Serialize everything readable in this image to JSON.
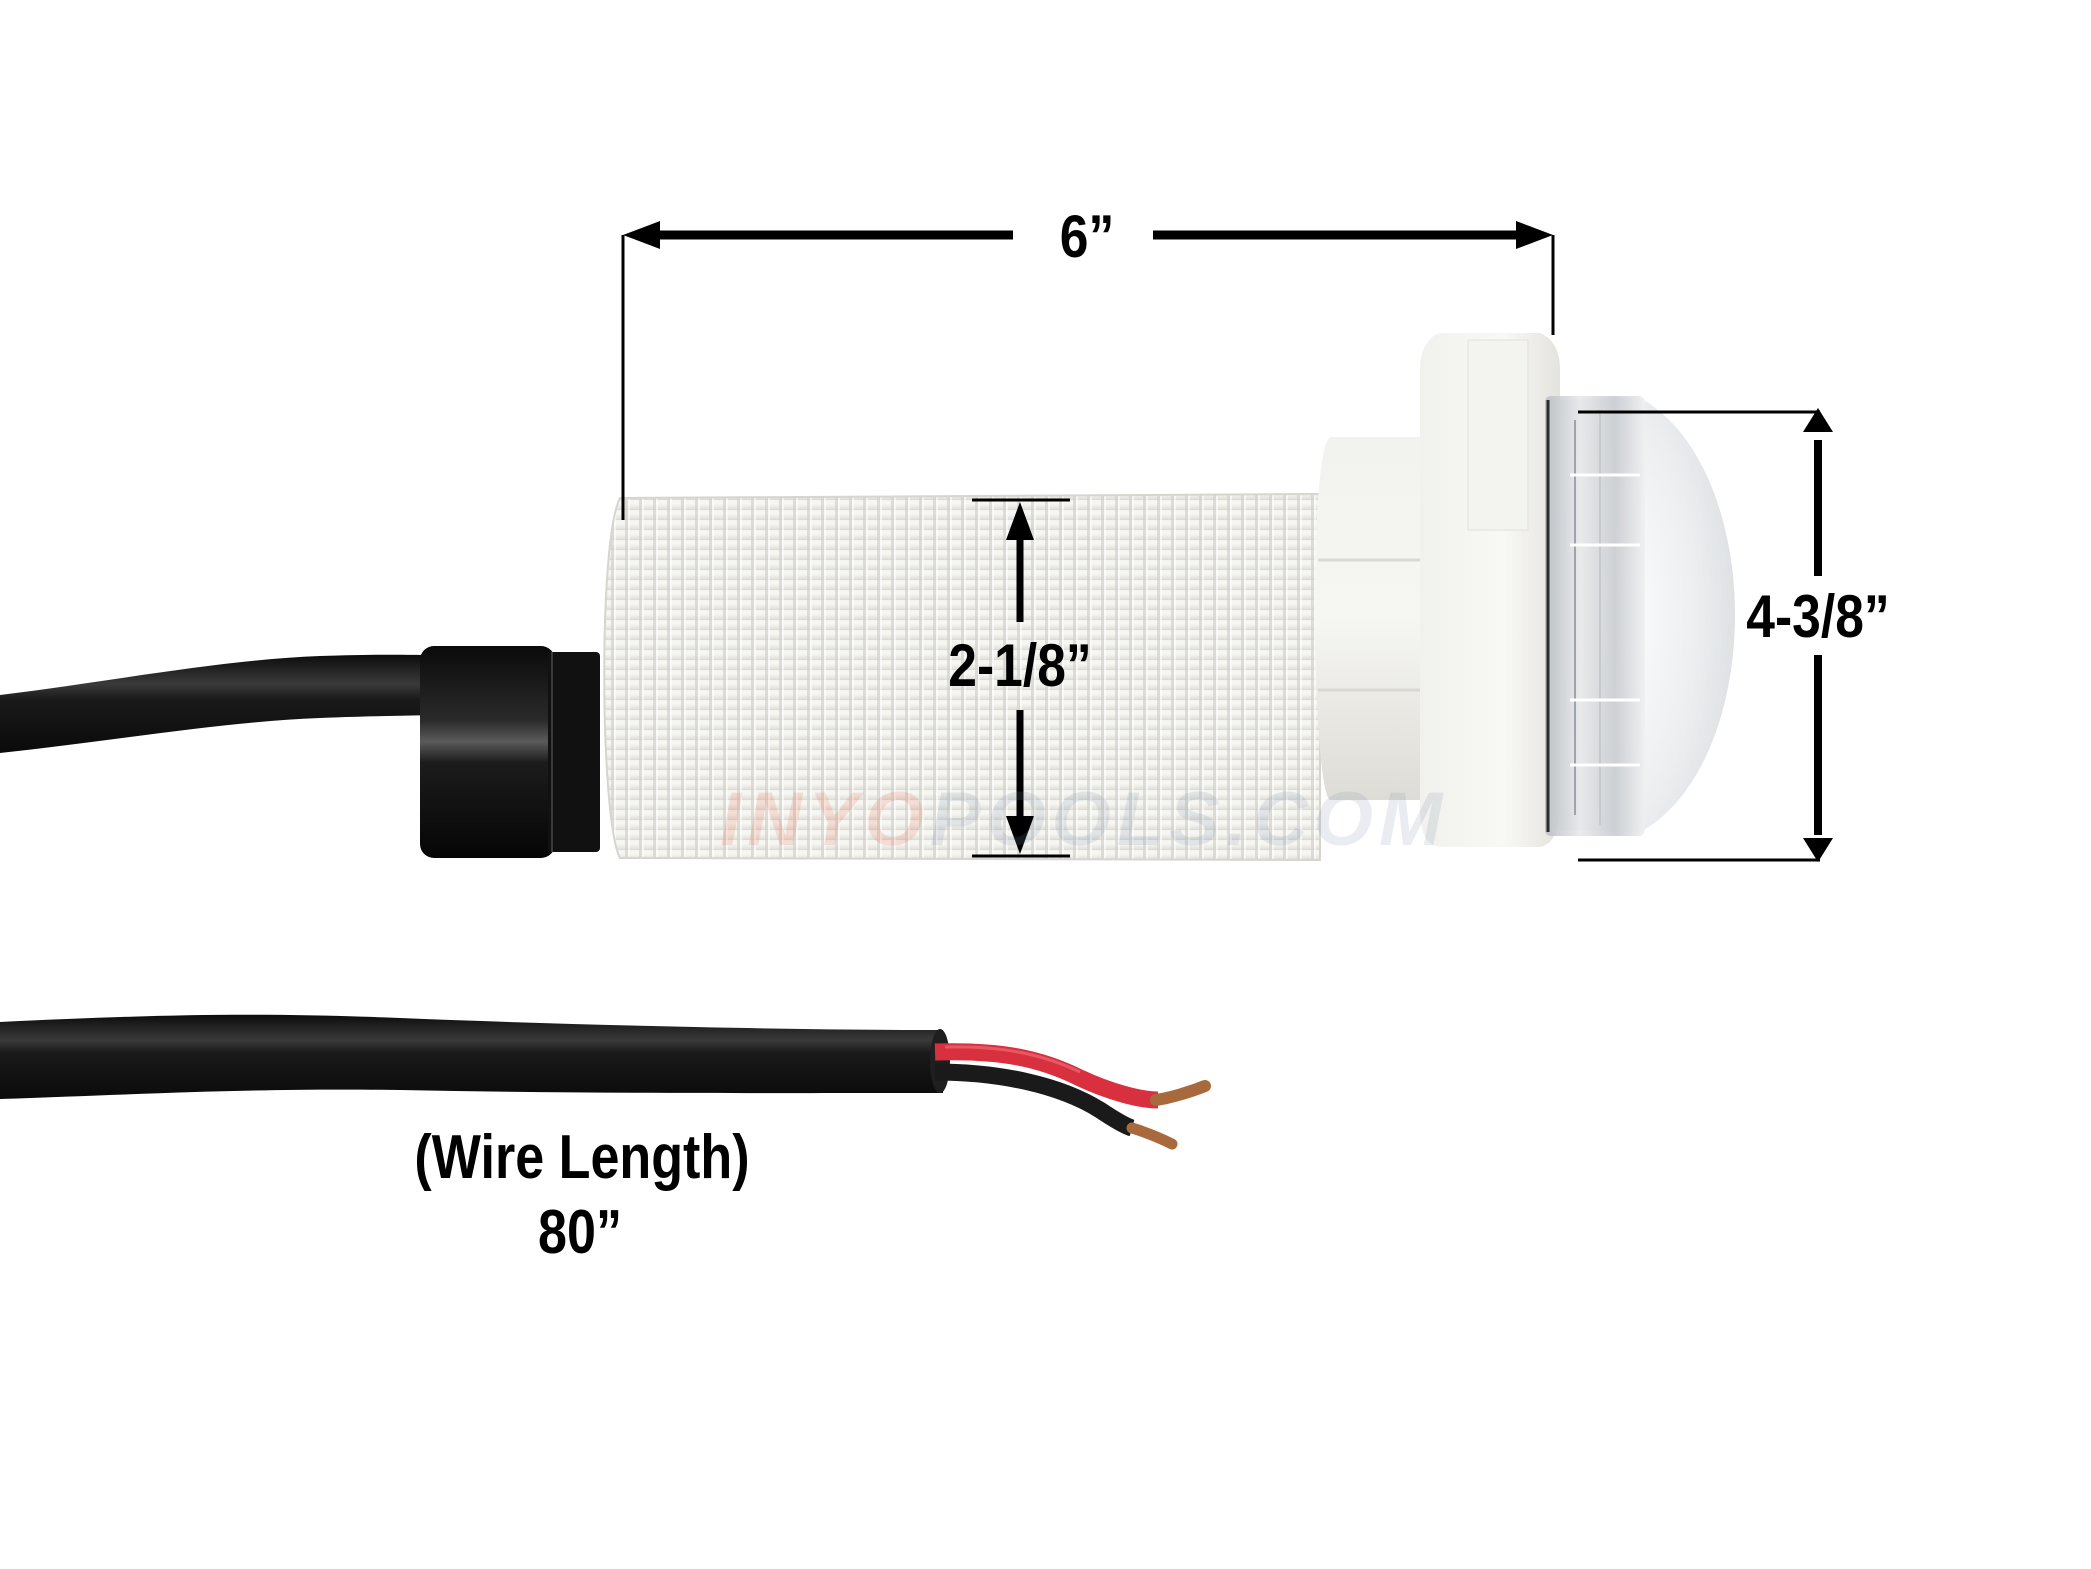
{
  "diagram": {
    "subject": "Pool light fixture with threaded niche body and cable",
    "colors": {
      "background": "#ffffff",
      "dimension_lines": "#000000",
      "body_plastic": "#ecebe6",
      "cable_jacket": "#141414",
      "red_conductor": "#d8303e",
      "black_conductor": "#1a1a1a",
      "copper": "#a86a3c",
      "lens": "#dfe3e6"
    },
    "dimensions": {
      "overall_length": {
        "label": "6”"
      },
      "body_diameter": {
        "label": "2-1/8”"
      },
      "flange_diameter": {
        "label": "4-3/8”"
      }
    },
    "wire": {
      "caption": "(Wire Length)",
      "length": "80”"
    },
    "watermark": {
      "part_a": "INYO",
      "part_b": "POOLS.COM"
    }
  }
}
